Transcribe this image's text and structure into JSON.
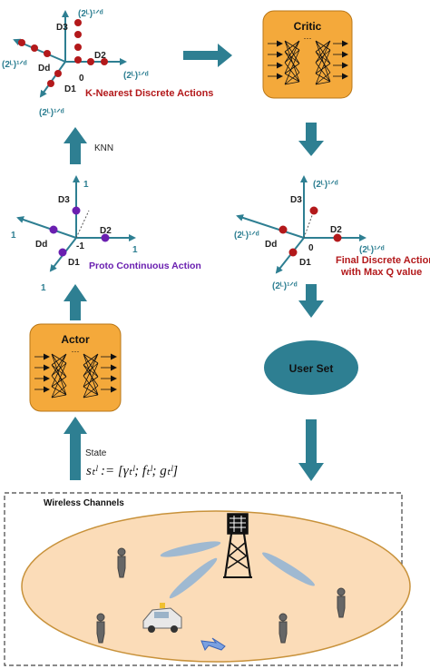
{
  "top_left_space": {
    "title": "K-Nearest Discrete Actions",
    "d3": "D3",
    "d2": "D2",
    "dd": "Dd",
    "d1": "D1",
    "origin": "0",
    "range": "(2ᴸ)¹ᐟᵈ"
  },
  "critic": {
    "label": "Critic"
  },
  "knn": {
    "label": "KNN"
  },
  "proto_space": {
    "title": "Proto Continuous Action",
    "d3": "D3",
    "d2": "D2",
    "dd": "Dd",
    "d1": "D1",
    "pos": "1",
    "neg": "-1"
  },
  "final_space": {
    "title_line1": "Final Discrete Action",
    "title_line2": "with Max Q value",
    "d3": "D3",
    "d2": "D2",
    "dd": "Dd",
    "d1": "D1",
    "origin": "0",
    "range": "(2ᴸ)¹ᐟᵈ"
  },
  "actor": {
    "label": "Actor"
  },
  "user_set": {
    "label": "User Set"
  },
  "state": {
    "label": "State",
    "formula": "sₜˡ := [γₜˡ; fₜˡ; gₜˡ]"
  },
  "wireless": {
    "label": "Wireless Channels"
  },
  "colors": {
    "teal": "#2e7f92",
    "orange": "#f4a93b",
    "red_dot": "#b3191b",
    "purple_dot": "#6a1fb0",
    "ellipse_fill": "#fbdcb8",
    "user_set": "#2e7f92"
  }
}
